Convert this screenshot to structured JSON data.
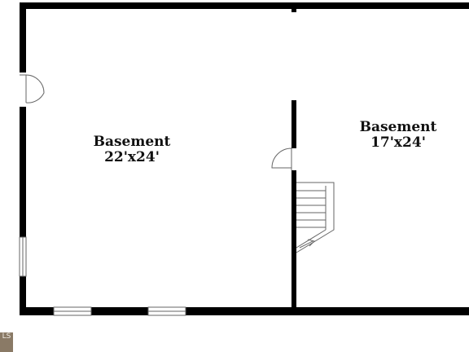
{
  "rooms": [
    {
      "name": "Basement",
      "dimensions": "22'x24'"
    },
    {
      "name": "Basement",
      "dimensions": "17'x24'"
    }
  ],
  "logo": {
    "text": "LS"
  },
  "colors": {
    "wall": "#000000",
    "background": "#ffffff",
    "fixture": "#666666",
    "logo": "#8a7a66"
  }
}
